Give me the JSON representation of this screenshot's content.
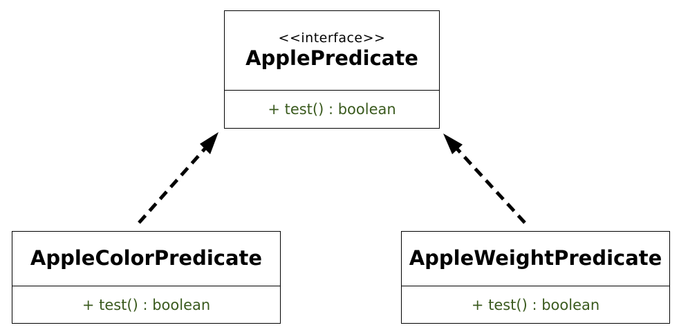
{
  "interface_box": {
    "stereotype": "<<interface>>",
    "name": "ApplePredicate",
    "method": "+ test() : boolean"
  },
  "color_box": {
    "name": "AppleColorPredicate",
    "method": "+ test() : boolean"
  },
  "weight_box": {
    "name": "AppleWeightPredicate",
    "method": "+ test() : boolean"
  },
  "colors": {
    "method_text": "#3a5a1e",
    "line": "#000000"
  }
}
